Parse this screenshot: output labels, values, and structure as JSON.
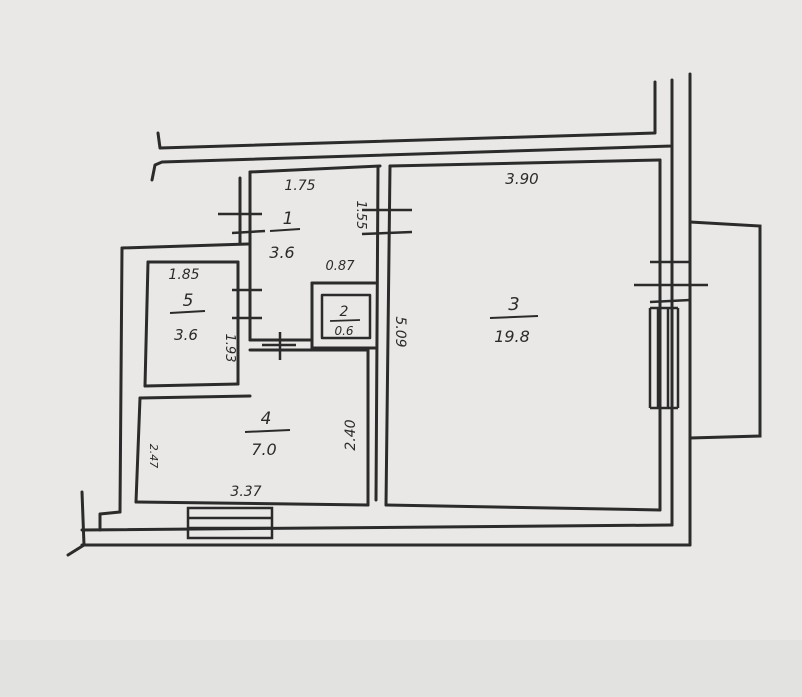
{
  "rooms": [
    {
      "number": "1",
      "area": "3.6"
    },
    {
      "number": "2",
      "area": "0.6"
    },
    {
      "number": "3",
      "area": "19.8"
    },
    {
      "number": "4",
      "area": "7.0"
    },
    {
      "number": "5",
      "area": "3.6"
    }
  ],
  "dimensions": {
    "r1_width": "1.75",
    "r1_height": "1.55",
    "r2_width": "0.87",
    "r3_width": "3.90",
    "r3_height": "5.09",
    "r4_width": "3.37",
    "r4_height": "2.40",
    "r4_small": "2.47",
    "r5_width": "1.85",
    "r5_height": "1.93"
  },
  "colors": {
    "paper": "#e9e8e6",
    "ink": "#2b2b2b"
  }
}
